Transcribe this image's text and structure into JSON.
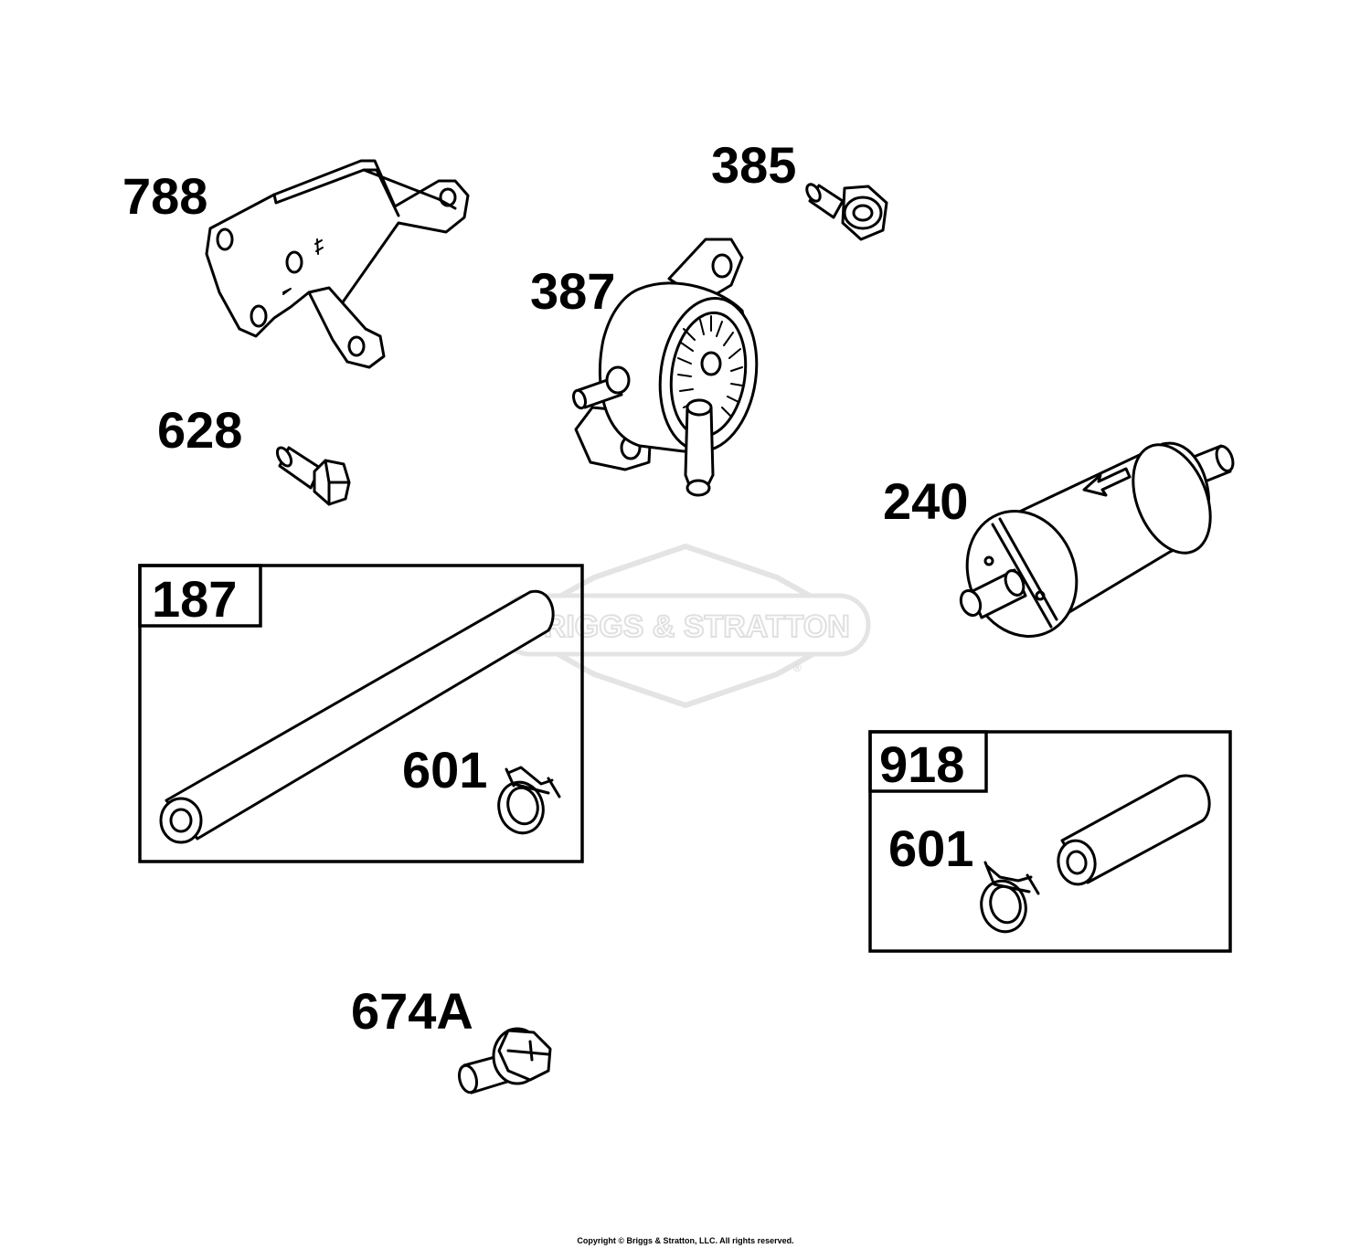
{
  "watermark": {
    "text": "BRIGGS & STRATTON",
    "registered_mark": "®"
  },
  "copyright": "Copyright © Briggs & Stratton, LLC. All rights reserved.",
  "parts": {
    "p788": "788",
    "p385": "385",
    "p387": "387",
    "p628": "628",
    "p240": "240",
    "p187": "187",
    "p601a": "601",
    "p918": "918",
    "p601b": "601",
    "p674a": "674A"
  }
}
